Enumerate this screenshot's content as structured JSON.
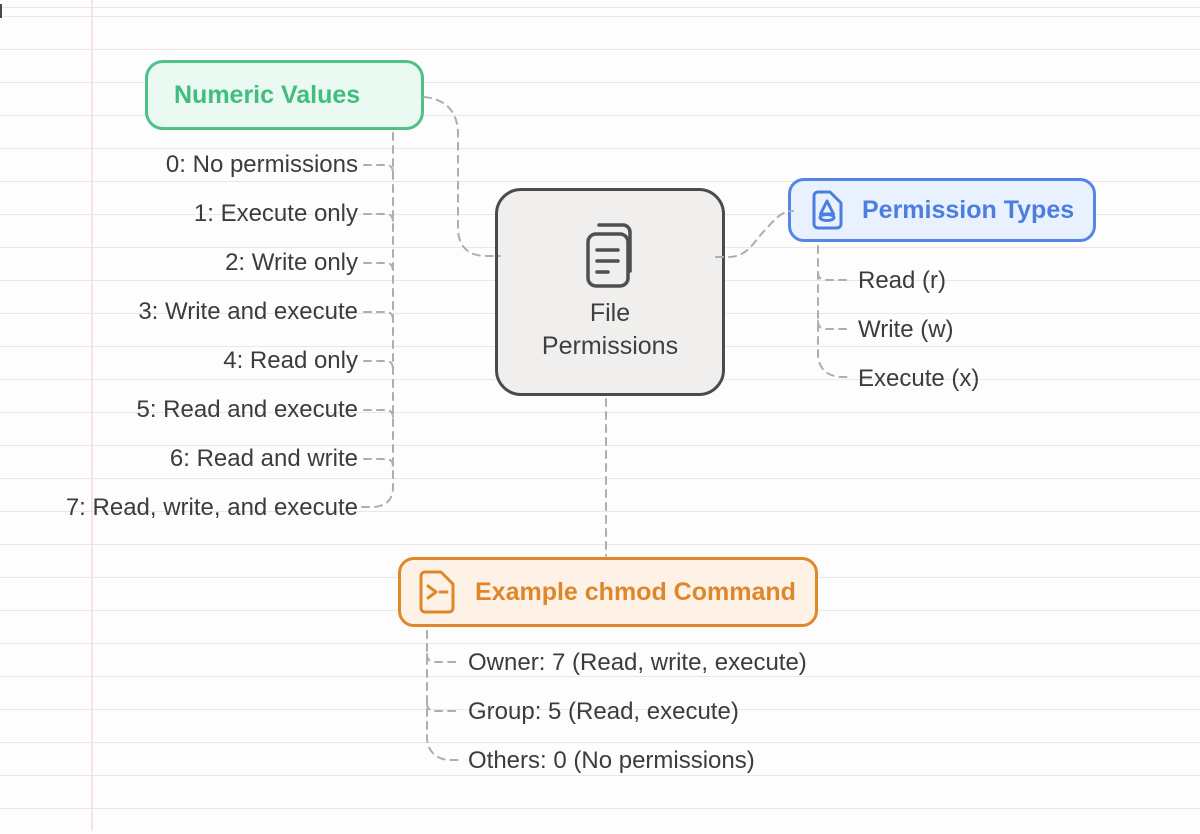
{
  "page": {
    "background_color": "#fdfdfd",
    "ruled_line_color": "#e0c6c6",
    "margin_line_color": "#f6dfdf",
    "connector_color": "#aeaeae",
    "list_text_color": "#3c3c3c"
  },
  "central_node": {
    "icon": "documents-icon",
    "title_lines": [
      "File",
      "Permissions"
    ],
    "border_color": "#4b4b4b",
    "fill_color": "#f0efee",
    "text_color": "#3f3f3f"
  },
  "numeric_values": {
    "title": "Numeric Values",
    "accent_color": "#41bd80",
    "border_color": "#4fc088",
    "fill_color": "#eaf9f1",
    "items": [
      "0: No permissions",
      "1: Execute only",
      "2: Write only",
      "3: Write and execute",
      "4: Read only",
      "5: Read and execute",
      "6: Read and write",
      "7: Read, write, and execute"
    ]
  },
  "permission_types": {
    "title": "Permission Types",
    "icon": "file-triangle-icon",
    "accent_color": "#4a7ee0",
    "border_color": "#5586e6",
    "fill_color": "#e8f1fd",
    "items": [
      "Read (r)",
      "Write (w)",
      "Execute (x)"
    ]
  },
  "chmod_example": {
    "title": "Example chmod Command",
    "icon": "terminal-script-icon",
    "accent_color": "#e0862a",
    "border_color": "#e2872b",
    "fill_color": "#fdf2e5",
    "items": [
      "Owner: 7 (Read, write, execute)",
      "Group: 5 (Read, execute)",
      "Others: 0 (No permissions)"
    ]
  }
}
